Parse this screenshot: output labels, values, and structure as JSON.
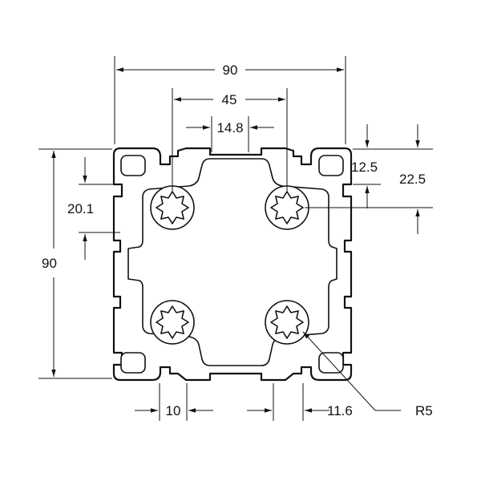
{
  "dimensions": {
    "overall_width": "90",
    "half_width": "45",
    "slot_width": "14.8",
    "slot_offset": "12.5",
    "slot_center": "22.5",
    "lip_depth": "20.1",
    "overall_height": "90",
    "slot_opening": "10",
    "core_width": "11.6",
    "radius": "R5"
  },
  "colors": {
    "line": "#111111",
    "background": "#ffffff"
  }
}
